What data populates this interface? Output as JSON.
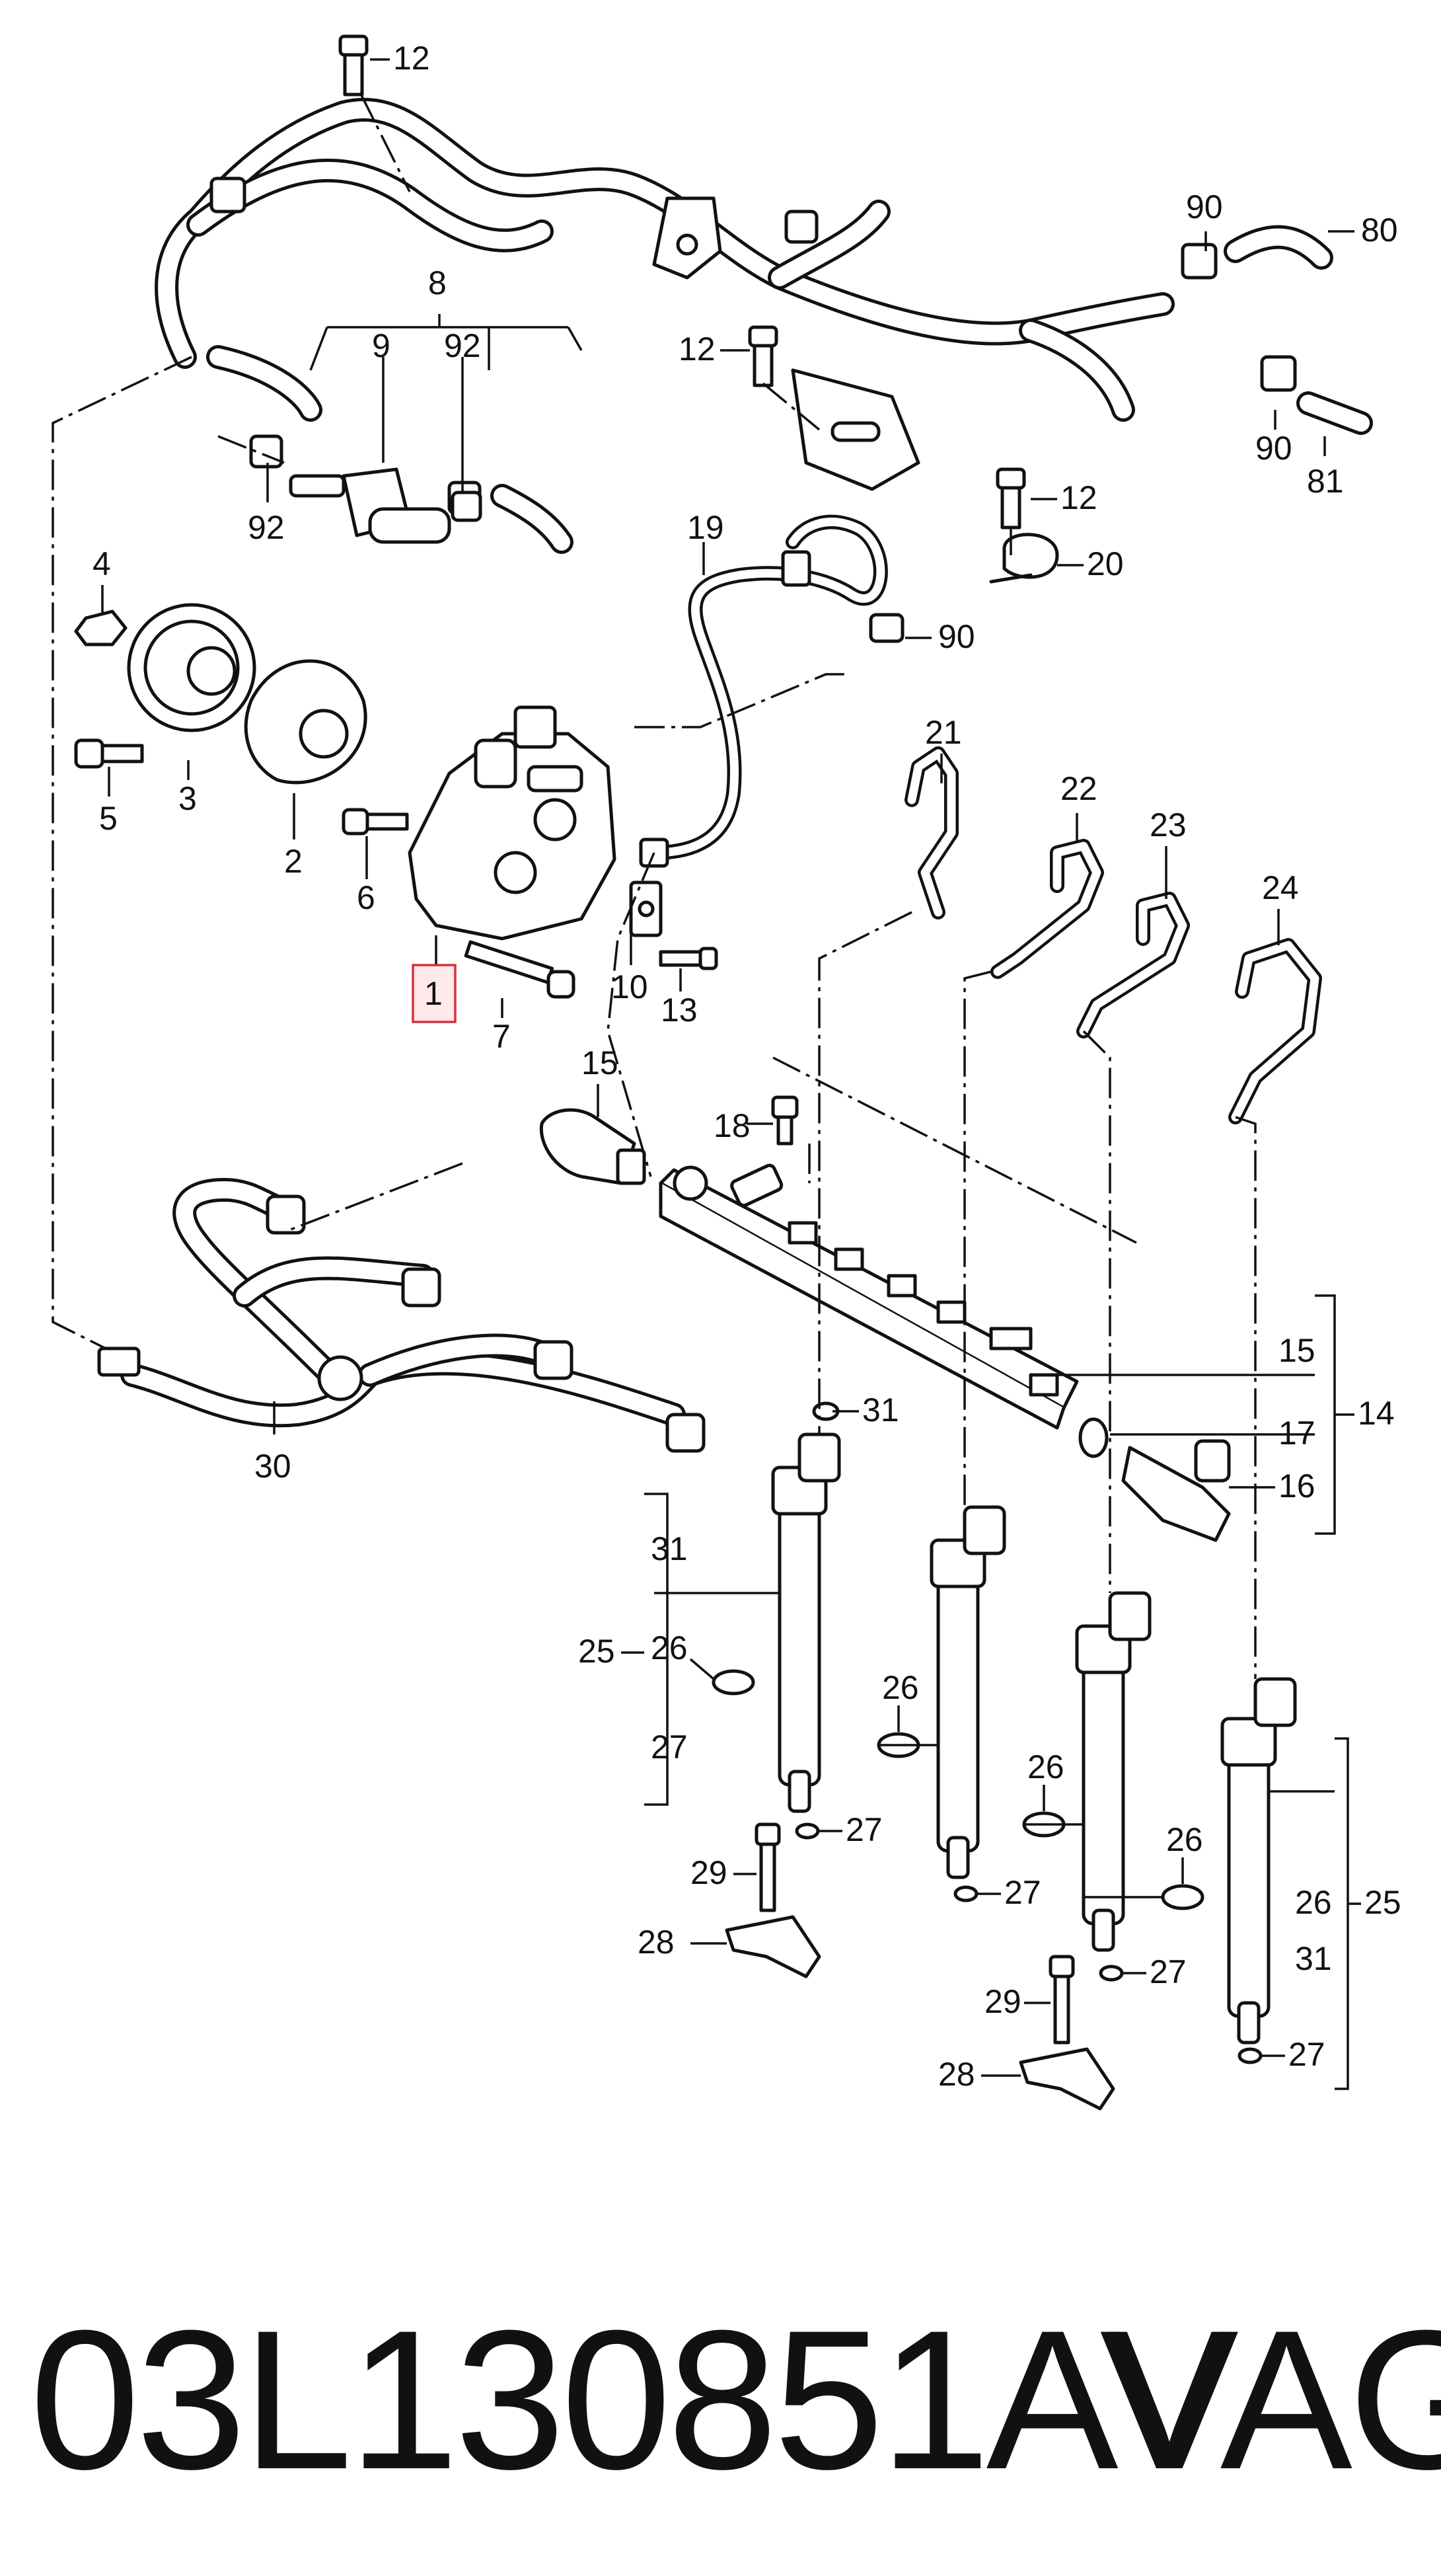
{
  "callouts": {
    "c1": "1",
    "c2": "2",
    "c3": "3",
    "c4": "4",
    "c5": "5",
    "c6": "6",
    "c7": "7",
    "c8": "8",
    "c9": "9",
    "c10": "10",
    "c12": "12",
    "c13": "13",
    "c14": "14",
    "c15": "15",
    "c16": "16",
    "c17": "17",
    "c18": "18",
    "c19": "19",
    "c20": "20",
    "c21": "21",
    "c22": "22",
    "c23": "23",
    "c24": "24",
    "c25": "25",
    "c26": "26",
    "c27": "27",
    "c28": "28",
    "c29": "29",
    "c30": "30",
    "c31": "31",
    "c80": "80",
    "c81": "81",
    "c90": "90",
    "c92": "92"
  },
  "highlighted_part": "1",
  "footer": {
    "part_number": "03L130851AV",
    "brand": "VAG"
  },
  "colors": {
    "line": "#111111",
    "highlight_border": "#d2333f",
    "highlight_fill": "#fde8ea"
  }
}
